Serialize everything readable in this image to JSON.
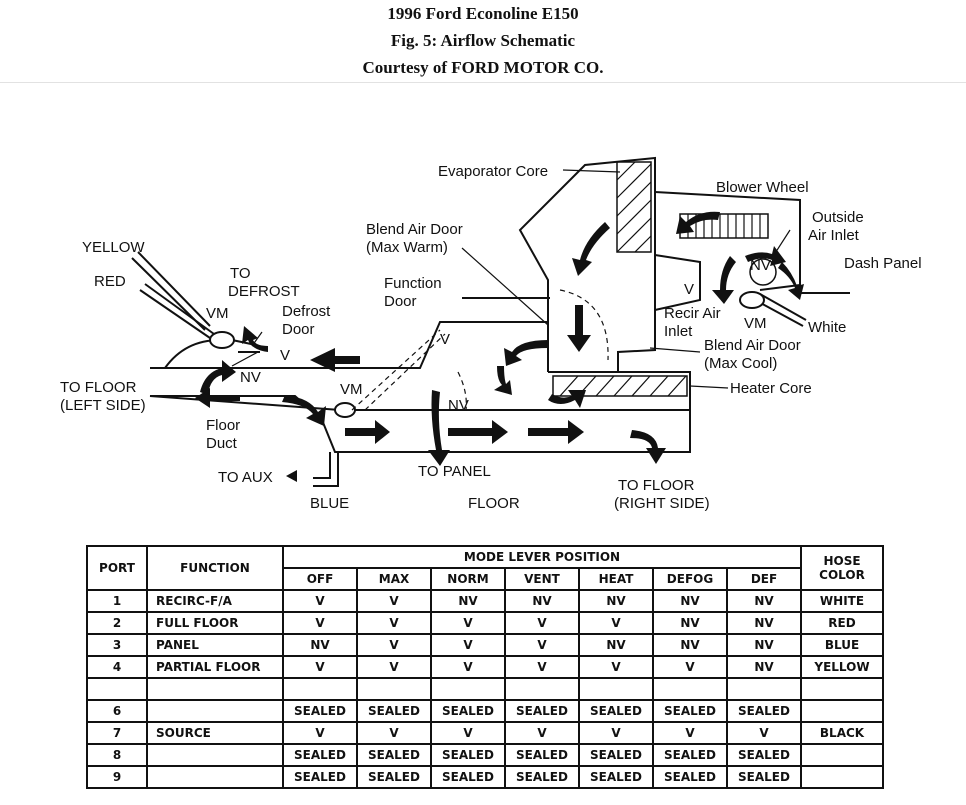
{
  "header": {
    "line1": "1996 Ford Econoline E150",
    "line2": "Fig. 5: Airflow Schematic",
    "line3": "Courtesy of FORD MOTOR CO."
  },
  "diagram_labels": {
    "yellow": "YELLOW",
    "red": "RED",
    "to_defrost_1": "TO",
    "to_defrost_2": "DEFROST",
    "vm_left": "VM",
    "defrost_door_1": "Defrost",
    "defrost_door_2": "Door",
    "v_defrost": "V",
    "nv_defrost": "NV",
    "to_floor_left_1": "TO FLOOR",
    "to_floor_left_2": "(LEFT SIDE)",
    "floor_duct_1": "Floor",
    "floor_duct_2": "Duct",
    "vm_mid": "VM",
    "to_aux": "TO AUX",
    "blue": "BLUE",
    "function_door_1": "Function",
    "function_door_2": "Door",
    "v_function": "V",
    "nv_function": "NV",
    "to_panel": "TO PANEL",
    "floor": "FLOOR",
    "blend_max_warm_1": "Blend Air Door",
    "blend_max_warm_2": "(Max Warm)",
    "evaporator_core": "Evaporator Core",
    "blower_wheel": "Blower Wheel",
    "outside_air_1": "Outside",
    "outside_air_2": "Air Inlet",
    "dash_panel": "Dash Panel",
    "nv_recirc": "NV",
    "v_recirc": "V",
    "recir_air_1": "Recir Air",
    "recir_air_2": "Inlet",
    "vm_right": "VM",
    "white": "White",
    "blend_max_cool_1": "Blend Air Door",
    "blend_max_cool_2": "(Max Cool)",
    "heater_core": "Heater Core",
    "to_floor_right_1": "TO FLOOR",
    "to_floor_right_2": "(RIGHT SIDE)"
  },
  "table": {
    "port_header": "PORT",
    "function_header": "FUNCTION",
    "mode_header": "MODE LEVER POSITION",
    "hose_header_1": "HOSE",
    "hose_header_2": "COLOR",
    "modes": [
      "OFF",
      "MAX",
      "NORM",
      "VENT",
      "HEAT",
      "DEFOG",
      "DEF"
    ],
    "rows": [
      {
        "port": "1",
        "function": "RECIRC-F/A",
        "values": [
          "V",
          "V",
          "NV",
          "NV",
          "NV",
          "NV",
          "NV"
        ],
        "hose": "WHITE"
      },
      {
        "port": "2",
        "function": "FULL FLOOR",
        "values": [
          "V",
          "V",
          "V",
          "V",
          "V",
          "NV",
          "NV"
        ],
        "hose": "RED"
      },
      {
        "port": "3",
        "function": "PANEL",
        "values": [
          "NV",
          "V",
          "V",
          "V",
          "NV",
          "NV",
          "NV"
        ],
        "hose": "BLUE"
      },
      {
        "port": "4",
        "function": "PARTIAL FLOOR",
        "values": [
          "V",
          "V",
          "V",
          "V",
          "V",
          "V",
          "NV"
        ],
        "hose": "YELLOW"
      },
      {
        "port": "",
        "function": "",
        "values": [
          "",
          "",
          "",
          "",
          "",
          "",
          ""
        ],
        "hose": ""
      },
      {
        "port": "6",
        "function": "",
        "values": [
          "SEALED",
          "SEALED",
          "SEALED",
          "SEALED",
          "SEALED",
          "SEALED",
          "SEALED"
        ],
        "hose": ""
      },
      {
        "port": "7",
        "function": "SOURCE",
        "values": [
          "V",
          "V",
          "V",
          "V",
          "V",
          "V",
          "V"
        ],
        "hose": "BLACK"
      },
      {
        "port": "8",
        "function": "",
        "values": [
          "SEALED",
          "SEALED",
          "SEALED",
          "SEALED",
          "SEALED",
          "SEALED",
          "SEALED"
        ],
        "hose": ""
      },
      {
        "port": "9",
        "function": "",
        "values": [
          "SEALED",
          "SEALED",
          "SEALED",
          "SEALED",
          "SEALED",
          "SEALED",
          "SEALED"
        ],
        "hose": ""
      }
    ]
  }
}
